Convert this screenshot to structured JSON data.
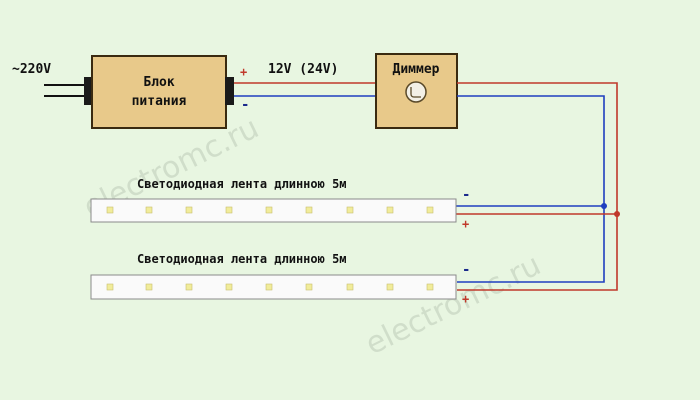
{
  "labels": {
    "input_voltage": "~220V",
    "psu_line1": "Блок",
    "psu_line2": "питания",
    "output_voltage": "12V (24V)",
    "dimmer": "Диммер",
    "strip1": "Светодиодная лента длинною 5м",
    "strip2": "Светодиодная лента длинною 5м",
    "plus": "+",
    "minus": "-"
  },
  "watermark": {
    "text1": "electromc.ru",
    "text2": "electromc.ru"
  },
  "colors": {
    "background": "#e8f6e1",
    "box_fill": "#e8c98a",
    "box_border": "#3a2a10",
    "wire_positive": "#c0392b",
    "wire_negative": "#1f3fbf",
    "strip_fill": "#fafafa",
    "led": "#f1ec9a"
  },
  "icons": {
    "dimmer_knob": "knob-icon"
  }
}
